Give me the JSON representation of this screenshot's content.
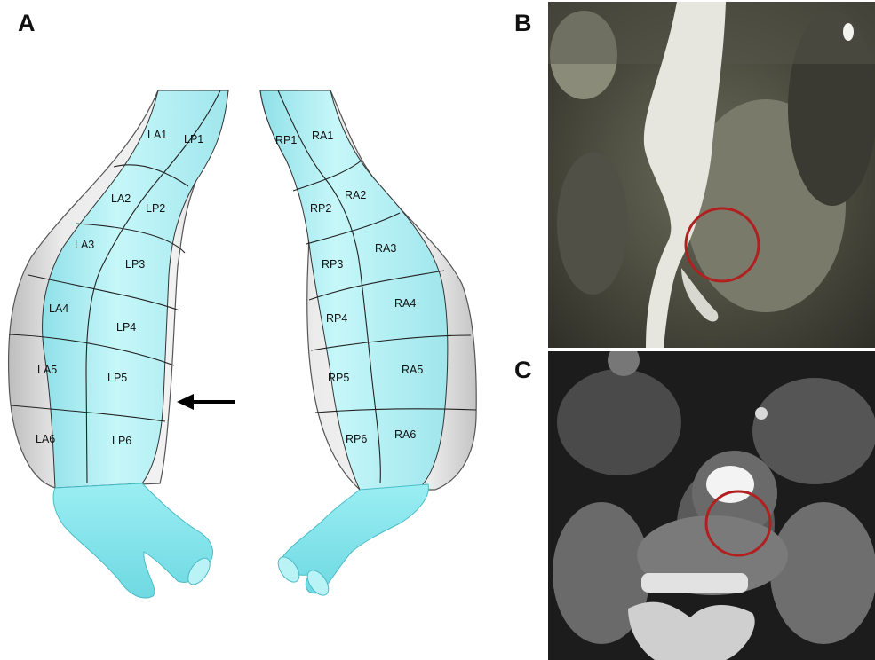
{
  "panels": {
    "a": "A",
    "b": "B",
    "c": "C"
  },
  "left_model_labels": {
    "la1": "LA1",
    "lp1": "LP1",
    "la2": "LA2",
    "lp2": "LP2",
    "la3": "LA3",
    "lp3": "LP3",
    "la4": "LA4",
    "lp4": "LP4",
    "la5": "LA5",
    "lp5": "LP5",
    "la6": "LA6",
    "lp6": "LP6"
  },
  "right_model_labels": {
    "rp1": "RP1",
    "ra1": "RA1",
    "rp2": "RP2",
    "ra2": "RA2",
    "rp3": "RP3",
    "ra3": "RA3",
    "rp4": "RP4",
    "ra4": "RA4",
    "rp5": "RP5",
    "ra5": "RA5",
    "rp6": "RP6",
    "ra6": "RA6"
  },
  "colors": {
    "model_fill": "#aef0f4",
    "model_branches": "#8ee8ef",
    "envelope": "#e4e4e4",
    "highlight_circle": "#b02020",
    "arrow": "#000000"
  },
  "icons": {
    "arrow": "left-arrow-icon"
  }
}
